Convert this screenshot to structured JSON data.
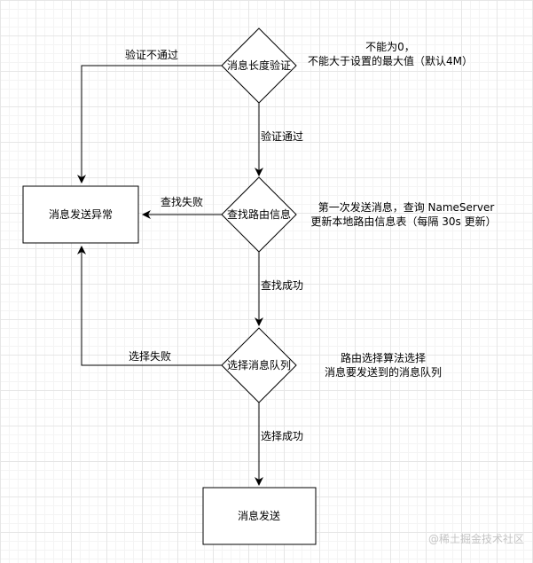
{
  "nodes": {
    "check_length": "消息长度验证",
    "exception": "消息发送异常",
    "find_route": "查找路由信息",
    "select_queue": "选择消息队列",
    "send": "消息发送"
  },
  "edges": {
    "verify_fail": "验证不通过",
    "verify_pass": "验证通过",
    "find_fail": "查找失败",
    "find_success": "查找成功",
    "select_fail": "选择失败",
    "select_success": "选择成功"
  },
  "notes": {
    "length_line1": "不能为0，",
    "length_line2": "不能大于设置的最大值（默认4M）",
    "route_line1": "第一次发送消息，查询 NameServer",
    "route_line2": "更新本地路由信息表（每隔 30s 更新）",
    "queue_line1": "路由选择算法选择",
    "queue_line2": "消息要发送到的消息队列"
  },
  "watermark": "@稀土掘金技术社区"
}
